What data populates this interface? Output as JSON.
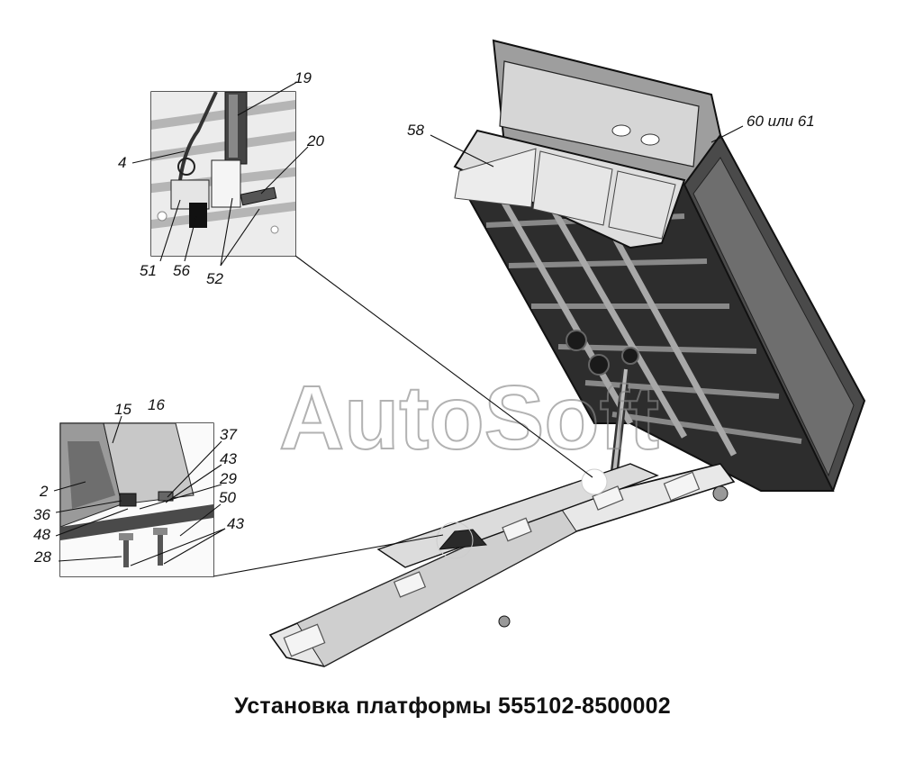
{
  "title": "Установка платформы 555102-8500002",
  "watermark": "AutoSoft",
  "callouts_top_inset": [
    "19",
    "20",
    "4",
    "51",
    "56",
    "52"
  ],
  "callouts_bottom_inset": [
    "15",
    "16",
    "37",
    "43",
    "29",
    "2",
    "36",
    "50",
    "48",
    "43",
    "28"
  ],
  "callouts_main": [
    "58",
    "60 или 61"
  ]
}
